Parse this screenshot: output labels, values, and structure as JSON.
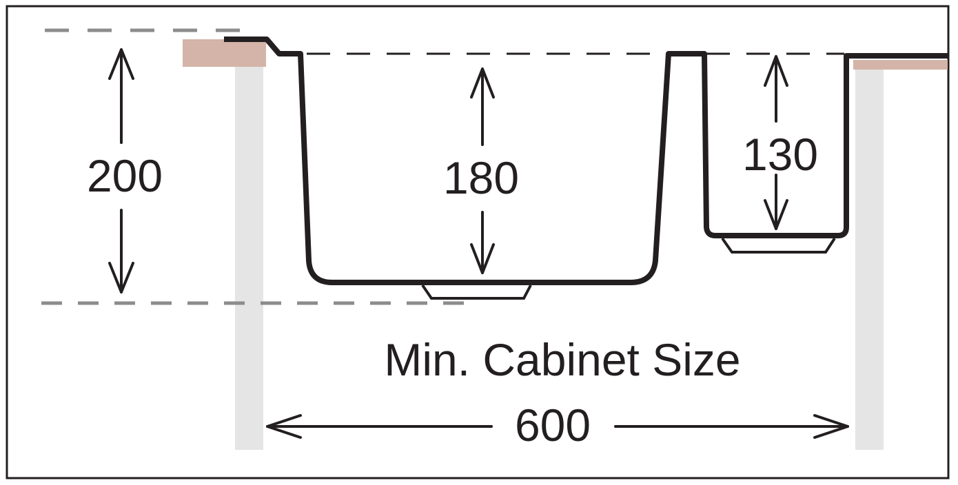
{
  "diagram": {
    "labels": {
      "depth_overall": "200",
      "depth_main_bowl": "180",
      "depth_small_bowl": "130",
      "cabinet_caption": "Min. Cabinet Size",
      "cabinet_width": "600"
    },
    "colors": {
      "outline": "#231f20",
      "dashed_line_grey": "#8c8c8c",
      "dashed_line_dark": "#231f20",
      "cabinet_panel": "#e4e5e4",
      "benchtop": "#d4b4a8",
      "frame": "#231f20",
      "background": "#ffffff"
    }
  }
}
